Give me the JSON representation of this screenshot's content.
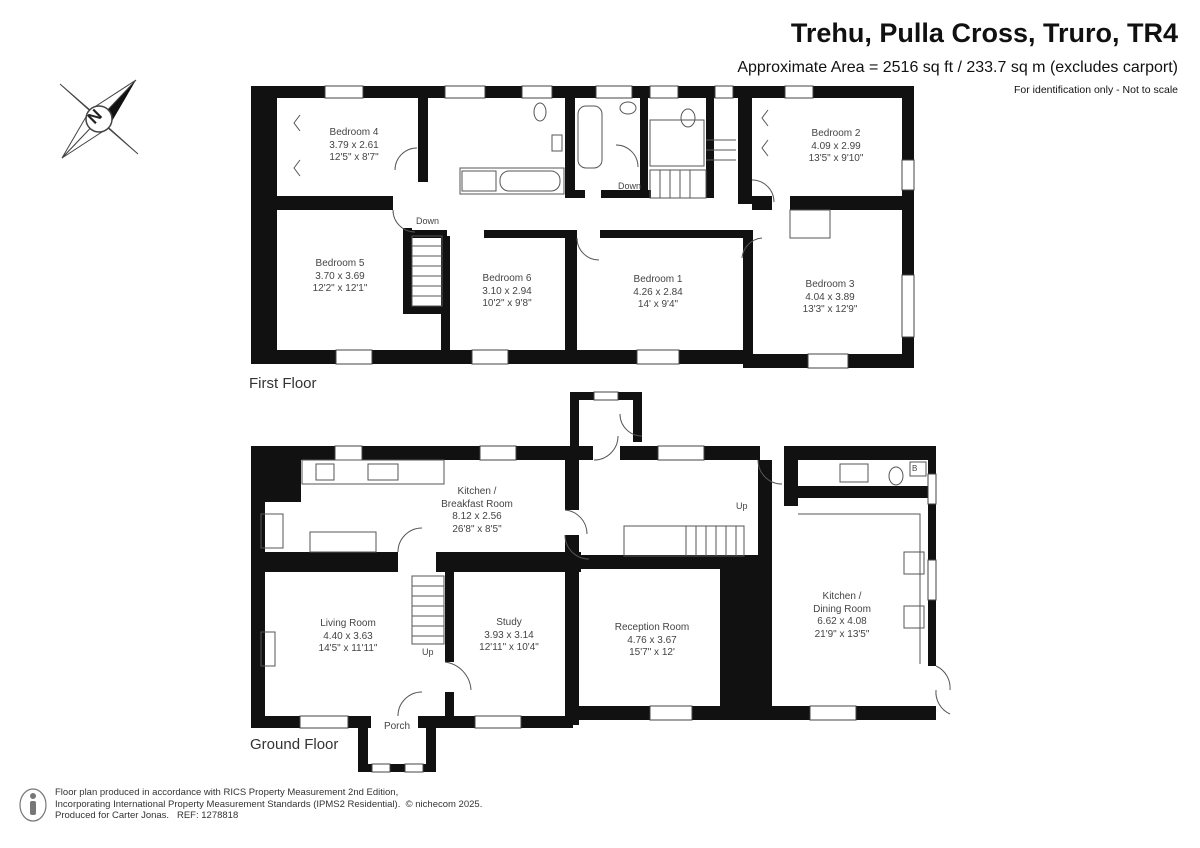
{
  "header": {
    "title": "Trehu, Pulla Cross, Truro, TR4",
    "area": "Approximate Area = 2516 sq ft / 233.7 sq m (excludes carport)",
    "note": "For identification only - Not to scale"
  },
  "compass": {
    "letter": "N",
    "icon": "compass-icon"
  },
  "first_floor": {
    "label": "First Floor",
    "rooms": {
      "bedroom4": {
        "name": "Bedroom 4",
        "metric": "3.79 x 2.61",
        "imperial": "12'5\" x 8'7\""
      },
      "bedroom2": {
        "name": "Bedroom 2",
        "metric": "4.09 x 2.99",
        "imperial": "13'5\" x 9'10\""
      },
      "bedroom5": {
        "name": "Bedroom 5",
        "metric": "3.70 x 3.69",
        "imperial": "12'2\" x 12'1\""
      },
      "bedroom6": {
        "name": "Bedroom 6",
        "metric": "3.10 x 2.94",
        "imperial": "10'2\" x 9'8\""
      },
      "bedroom1": {
        "name": "Bedroom 1",
        "metric": "4.26 x 2.84",
        "imperial": "14' x 9'4\""
      },
      "bedroom3": {
        "name": "Bedroom 3",
        "metric": "4.04 x 3.89",
        "imperial": "13'3\" x 12'9\""
      }
    },
    "stair_labels": {
      "down_left": "Down",
      "down_right": "Down"
    }
  },
  "ground_floor": {
    "label": "Ground Floor",
    "rooms": {
      "kitchen_breakfast": {
        "name": "Kitchen /",
        "name2": "Breakfast Room",
        "metric": "8.12 x 2.56",
        "imperial": "26'8\" x 8'5\""
      },
      "living": {
        "name": "Living Room",
        "metric": "4.40 x 3.63",
        "imperial": "14'5\" x 11'11\""
      },
      "study": {
        "name": "Study",
        "metric": "3.93 x 3.14",
        "imperial": "12'11\" x 10'4\""
      },
      "reception": {
        "name": "Reception Room",
        "metric": "4.76 x 3.67",
        "imperial": "15'7\" x 12'"
      },
      "kitchen_dining": {
        "name": "Kitchen /",
        "name2": "Dining Room",
        "metric": "6.62 x 4.08",
        "imperial": "21'9\" x 13'5\""
      },
      "porch": {
        "name": "Porch"
      }
    },
    "stair_labels": {
      "up_left": "Up",
      "up_right": "Up"
    },
    "boiler": "B"
  },
  "footer": {
    "line1": "Floor plan produced in accordance with RICS Property Measurement 2nd Edition,",
    "line2": "Incorporating International Property Measurement Standards (IPMS2 Residential).",
    "copyright": "© nichecom 2025.",
    "line3": "Produced for Carter Jonas.",
    "ref": "REF: 1278818",
    "icon": "person-icon"
  }
}
